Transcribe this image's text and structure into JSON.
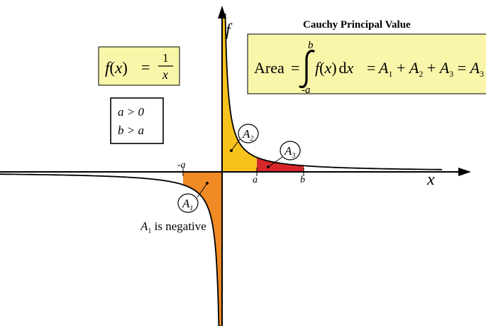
{
  "title": "Cauchy Principal Value",
  "function_box": {
    "lhs": "f(x)",
    "eq": "=",
    "numerator": "1",
    "denominator": "x"
  },
  "conditions": [
    "a > 0",
    "b > a"
  ],
  "area_formula": {
    "area_label": "Area",
    "eq1": "=",
    "upper_limit": "b",
    "lower_limit": "-a",
    "integrand": "f(x)dx",
    "eq2": "=",
    "sum_terms": [
      "A",
      "+",
      "A",
      "+",
      "A",
      "=",
      "A"
    ],
    "sum_subscripts": [
      "1",
      "",
      "2",
      "",
      "3",
      "",
      "3"
    ]
  },
  "axes": {
    "x_label": "x",
    "y_label": "f"
  },
  "ticks": {
    "neg_a": "-a",
    "a": "a",
    "b": "b"
  },
  "regions": [
    {
      "letter": "A",
      "sub": "1",
      "color": "#f08a24"
    },
    {
      "letter": "A",
      "sub": "2",
      "color": "#f7c21b"
    },
    {
      "letter": "A",
      "sub": "3",
      "color": "#d7262b"
    }
  ],
  "note": {
    "letter": "A",
    "sub": "1",
    "text": " is negative"
  },
  "colors": {
    "box_fill": "#f9f5a9",
    "curve": "#000000"
  }
}
